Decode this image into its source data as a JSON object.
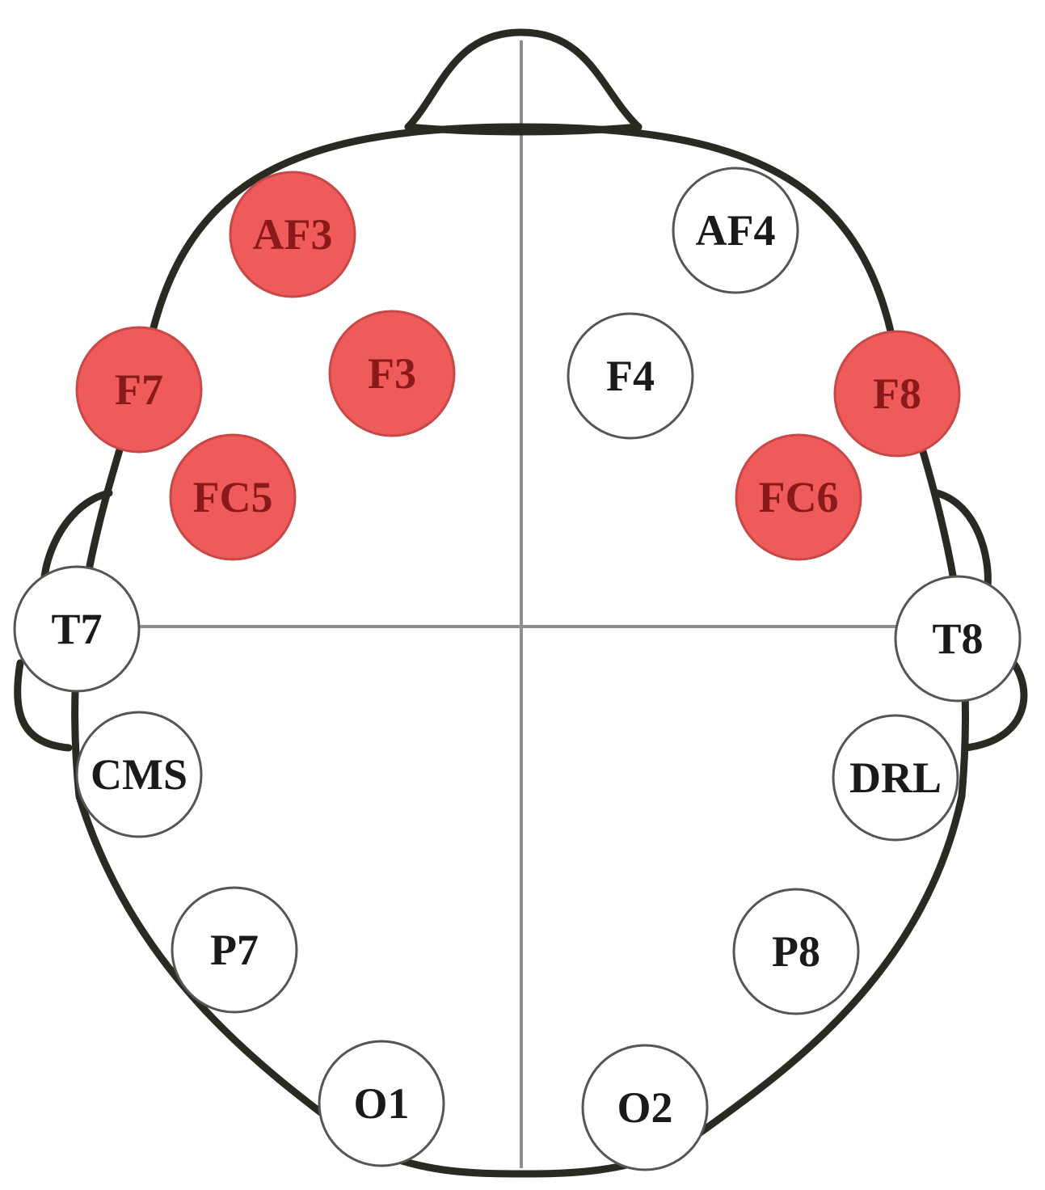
{
  "colors": {
    "active_fill": "#ef5a5a",
    "active_text": "#8a1a1a",
    "inactive_fill": "#ffffff",
    "outline": "#2a2a22",
    "midline": "#8e8e8e"
  },
  "electrodes": [
    {
      "id": "af3",
      "label": "AF3",
      "active": true
    },
    {
      "id": "af4",
      "label": "AF4",
      "active": false
    },
    {
      "id": "f7",
      "label": "F7",
      "active": true
    },
    {
      "id": "f3",
      "label": "F3",
      "active": true
    },
    {
      "id": "f4",
      "label": "F4",
      "active": false
    },
    {
      "id": "f8",
      "label": "F8",
      "active": true
    },
    {
      "id": "fc5",
      "label": "FC5",
      "active": true
    },
    {
      "id": "fc6",
      "label": "FC6",
      "active": true
    },
    {
      "id": "t7",
      "label": "T7",
      "active": false
    },
    {
      "id": "t8",
      "label": "T8",
      "active": false
    },
    {
      "id": "cms",
      "label": "CMS",
      "active": false
    },
    {
      "id": "drl",
      "label": "DRL",
      "active": false
    },
    {
      "id": "p7",
      "label": "P7",
      "active": false
    },
    {
      "id": "p8",
      "label": "P8",
      "active": false
    },
    {
      "id": "o1",
      "label": "O1",
      "active": false
    },
    {
      "id": "o2",
      "label": "O2",
      "active": false
    }
  ]
}
